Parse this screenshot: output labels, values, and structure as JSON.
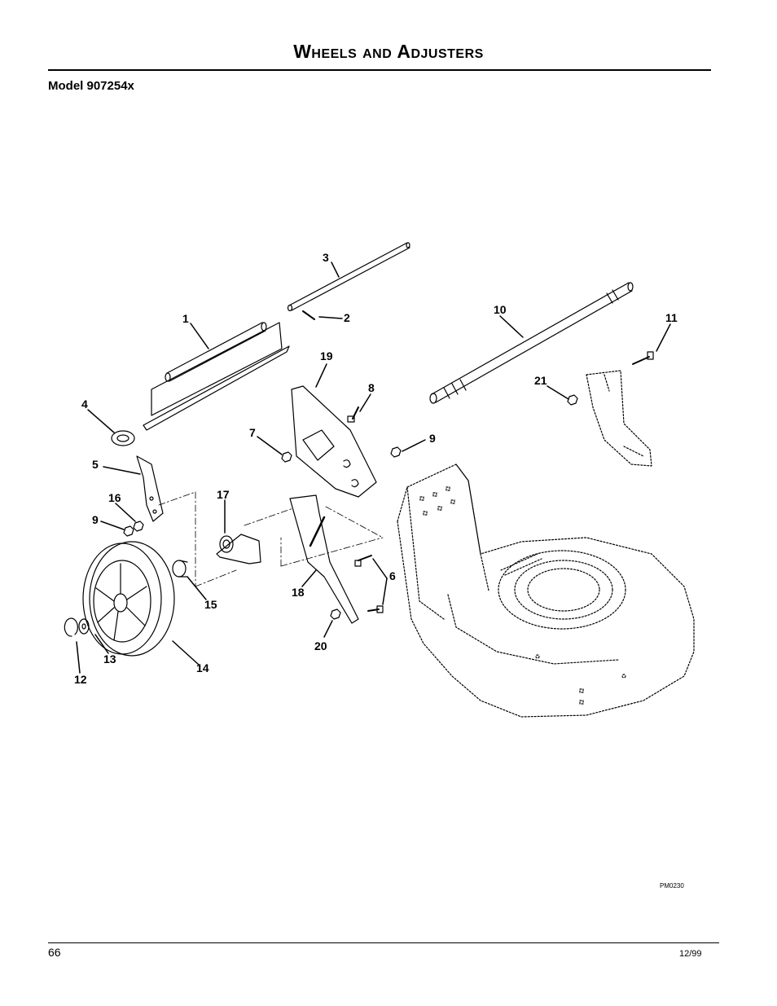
{
  "header": {
    "title": "Wheels and Adjusters",
    "model": "Model 907254x"
  },
  "diagram": {
    "code": "PM0230",
    "callouts": [
      {
        "id": "c1",
        "text": "1"
      },
      {
        "id": "c2",
        "text": "2"
      },
      {
        "id": "c3",
        "text": "3"
      },
      {
        "id": "c4",
        "text": "4"
      },
      {
        "id": "c5",
        "text": "5"
      },
      {
        "id": "c6",
        "text": "6"
      },
      {
        "id": "c7",
        "text": "7"
      },
      {
        "id": "c8",
        "text": "8"
      },
      {
        "id": "c9a",
        "text": "9"
      },
      {
        "id": "c9b",
        "text": "9"
      },
      {
        "id": "c10",
        "text": "10"
      },
      {
        "id": "c11",
        "text": "11"
      },
      {
        "id": "c12",
        "text": "12"
      },
      {
        "id": "c13",
        "text": "13"
      },
      {
        "id": "c14",
        "text": "14"
      },
      {
        "id": "c15",
        "text": "15"
      },
      {
        "id": "c16",
        "text": "16"
      },
      {
        "id": "c17",
        "text": "17"
      },
      {
        "id": "c18",
        "text": "18"
      },
      {
        "id": "c19",
        "text": "19"
      },
      {
        "id": "c20",
        "text": "20"
      },
      {
        "id": "c21",
        "text": "21"
      }
    ]
  },
  "footer": {
    "page_number": "66",
    "date": "12/99"
  }
}
